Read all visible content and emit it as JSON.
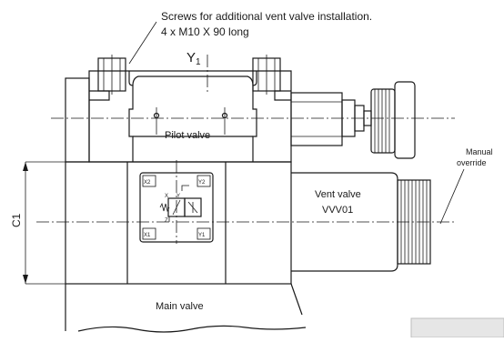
{
  "annotation": {
    "screws_line1": "Screws for additional vent valve installation.",
    "screws_line2": "4 x M10 X 90 long"
  },
  "port_y1_main": "Y",
  "port_y1_sub": "1",
  "labels": {
    "pilot_valve": "Pilot valve",
    "vent_valve_line1": "Vent valve",
    "vent_valve_line2": "VVV01",
    "main_valve": "Main valve",
    "manual_line1": "Manual",
    "manual_line2": "override",
    "dimension_c1": "C1"
  },
  "symbol_ports": {
    "x2": "X2",
    "y2": "Y2",
    "x1": "X1",
    "y1": "Y1",
    "x": "X",
    "y": "Y",
    "z": "Z"
  }
}
